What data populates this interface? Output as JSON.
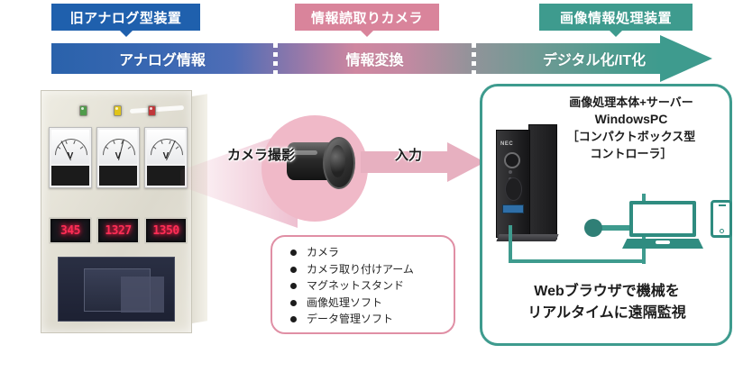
{
  "header": {
    "phases": [
      {
        "label": "旧アナログ型装置",
        "color": "#1f60ad"
      },
      {
        "label": "情報読取りカメラ",
        "color": "#d9849b"
      },
      {
        "label": "画像情報処理装置",
        "color": "#3e9b8e"
      }
    ],
    "flow_labels": [
      {
        "label": "アナログ情報"
      },
      {
        "label": "情報変換"
      },
      {
        "label": "デジタル化/IT化"
      }
    ]
  },
  "cabinet": {
    "lamps": [
      "green-lamp",
      "yellow-lamp",
      "red-lamp"
    ],
    "gauges": [
      {
        "unit": "V"
      },
      {
        "unit": "V"
      },
      {
        "unit": "V"
      }
    ],
    "led_displays": [
      "345",
      "1327",
      "1350"
    ]
  },
  "camera": {
    "capture_label": "カメラ撮影",
    "input_label": "入力",
    "lens_icon": "camera-lens-icon"
  },
  "spec_box": {
    "items": [
      "カメラ",
      "カメラ取り付けアーム",
      "マグネットスタンド",
      "画像処理ソフト",
      "データ管理ソフト"
    ],
    "border_color": "#e08fa5"
  },
  "server_panel": {
    "title_line1": "画像処理本体+サーバー",
    "title_line2": "WindowsPC",
    "title_line3": "［コンパクトボックス型",
    "title_line4": "コントローラ］",
    "pc_logo": "NEC",
    "footer_line1": "Webブラウザで機械を",
    "footer_line2": "リアルタイムに遠隔監視",
    "accent_color": "#3e9b8e",
    "devices": [
      "laptop-icon",
      "smartphone-icon"
    ]
  }
}
